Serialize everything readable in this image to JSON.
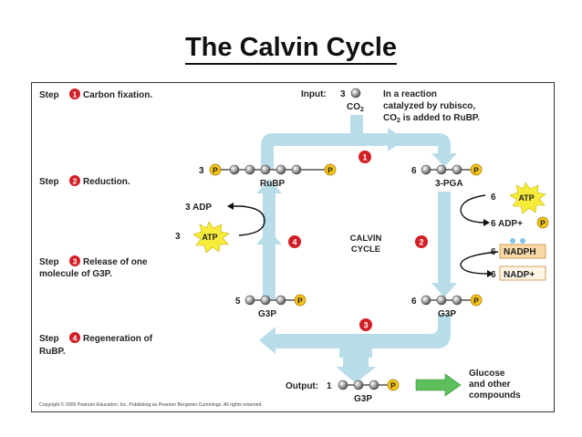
{
  "title": "The Calvin Cycle",
  "steps": [
    {
      "prefix": "Step",
      "num": "1",
      "lines": [
        "Carbon fixation."
      ]
    },
    {
      "prefix": "Step",
      "num": "2",
      "lines": [
        "Reduction."
      ]
    },
    {
      "prefix": "Step",
      "num": "3",
      "lines": [
        "Release of one",
        "molecule of G3P."
      ]
    },
    {
      "prefix": "Step",
      "num": "4",
      "lines": [
        "Regeneration of",
        "RuBP."
      ]
    }
  ],
  "input": {
    "label": "Input:",
    "count": "3",
    "molecule": "CO",
    "sub": "2"
  },
  "note": {
    "line1": "In a reaction",
    "line2": "catalyzed by rubisco,",
    "line3a": "CO",
    "line3sub": "2",
    "line3b": " is added to RuBP."
  },
  "molecules": {
    "rubp": {
      "count": "3",
      "name": "RuBP",
      "p": "P"
    },
    "pga": {
      "count": "6",
      "name": "3-PGA",
      "p": "P"
    },
    "g3p_left": {
      "count": "5",
      "name": "G3P",
      "p": "P"
    },
    "g3p_right": {
      "count": "6",
      "name": "G3P",
      "p": "P"
    },
    "g3p_out": {
      "count": "1",
      "name": "G3P",
      "p": "P"
    }
  },
  "cofactors": {
    "adp_left": "3 ADP",
    "atp_left_count": "3",
    "atp_label": "ATP",
    "atp_right_count": "6",
    "adp_right": "6 ADP+",
    "p_label": "P",
    "nadph_count": "6",
    "nadph": "NADPH",
    "nadp_count": "6",
    "nadp": "NADP+"
  },
  "cycle_label": [
    "CALVIN",
    "CYCLE"
  ],
  "markers": [
    "1",
    "2",
    "3",
    "4"
  ],
  "output": {
    "label": "Output:",
    "count": "1",
    "name": "G3P",
    "product_lines": [
      "Glucose",
      "and other",
      "compounds"
    ]
  },
  "copyright": "Copyright © 2005 Pearson Education, Inc. Publishing as Pearson Benjamin Cummings. All rights reserved.",
  "colors": {
    "arrow": "#b9dce9",
    "red": "#d21f26",
    "phosphate": "#f5c518",
    "atp": "#f7ec3a",
    "green": "#5cbf5c",
    "nadph": "#f9d9a8"
  }
}
